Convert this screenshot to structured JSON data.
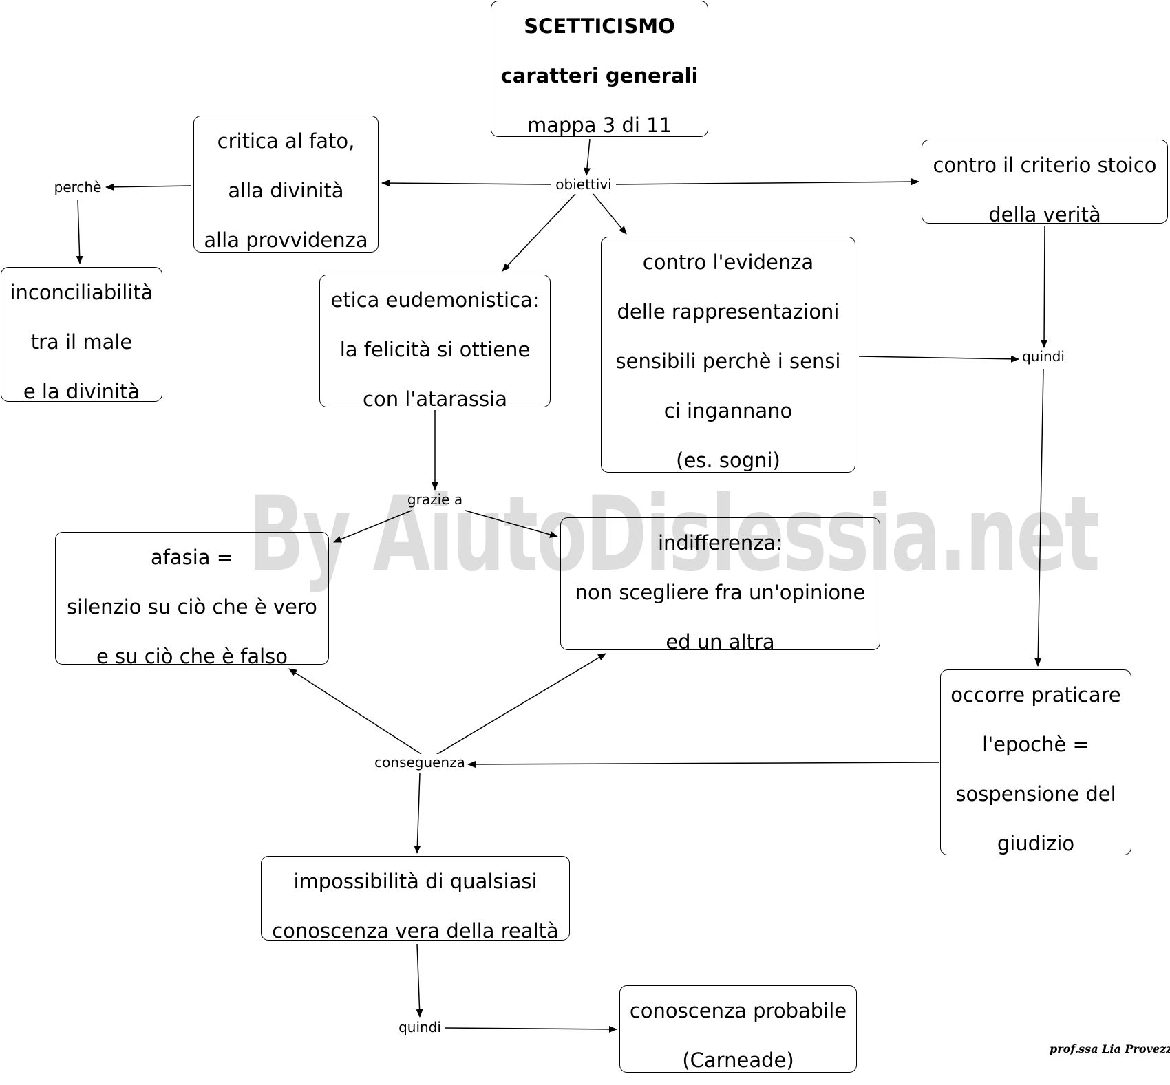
{
  "nodes": {
    "title": {
      "l1": "SCETTICISMO",
      "l2": "caratteri generali",
      "l3": "mappa 3 di 11"
    },
    "critica": {
      "l1": "critica al fato,",
      "l2": "alla divinità",
      "l3": "alla provvidenza"
    },
    "inconciliabilita": {
      "l1": "inconciliabilità",
      "l2": "tra il male",
      "l3": "e la divinità"
    },
    "etica": {
      "l1": "etica eudemonistica:",
      "l2": "la felicità si ottiene",
      "l3": "con l'atarassia"
    },
    "evidenza": {
      "l1": "contro l'evidenza",
      "l2": "delle rappresentazioni",
      "l3": "sensibili perchè i sensi",
      "l4": "ci ingannano",
      "l5": "(es. sogni)"
    },
    "criterio": {
      "l1": "contro il criterio stoico",
      "l2": "della verità"
    },
    "afasia": {
      "l1": "afasia =",
      "l2": "silenzio su ciò che è vero",
      "l3": "e su ciò che è falso"
    },
    "indifferenza": {
      "l1": "indifferenza:",
      "l2": "non scegliere fra un'opinione",
      "l3": "ed un altra"
    },
    "epoche": {
      "l1": "occorre praticare",
      "l2": "l'epochè =",
      "l3": "sospensione del",
      "l4": "giudizio"
    },
    "impossibilita": {
      "l1": "impossibilità di qualsiasi",
      "l2": "conoscenza vera della realtà"
    },
    "probabile": {
      "l1": "conoscenza probabile",
      "l2": "(Carneade)"
    }
  },
  "labels": {
    "obiettivi": "obiettivi",
    "perche": "perchè",
    "quindi1": "quindi",
    "grazie": "grazie a",
    "conseguenza": "conseguenza",
    "quindi2": "quindi"
  },
  "watermark": "By AiutoDislessia.net",
  "signature": "prof.ssa Lia Provezza"
}
